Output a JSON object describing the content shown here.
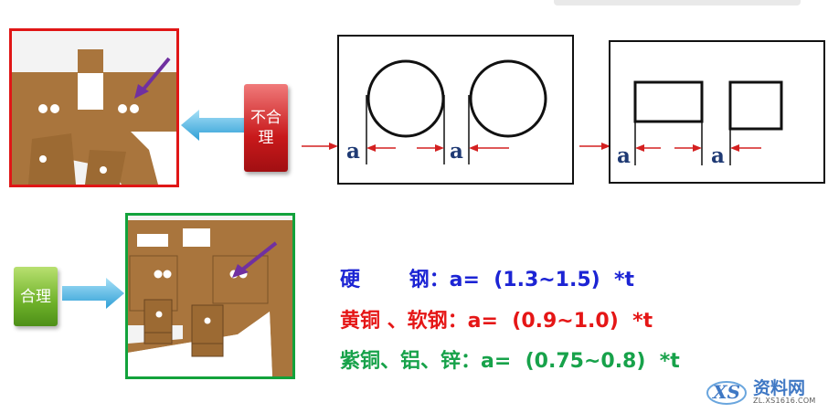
{
  "labels": {
    "unreasonable": "不合理",
    "reasonable": "合理",
    "gap_symbol": "a"
  },
  "formulas": [
    {
      "material": "硬       钢：",
      "expr": "a=  (1.3~1.5)  *t",
      "color": "#1c24d4"
    },
    {
      "material": "黄铜 、软钢：",
      "expr": "a=  (0.9~1.0)  *t",
      "color": "#e51616"
    },
    {
      "material": "紫铜、铝、锌：",
      "expr": "a=  (0.75~0.8)  *t",
      "color": "#17a24a"
    }
  ],
  "watermark": {
    "logo": "XS",
    "title": "资料网",
    "url": "ZL.XS1616.COM"
  },
  "colors": {
    "bad_border": "#e01616",
    "good_border": "#12a23b",
    "sheet_brown": "#a9753d",
    "arrow_cyan": "#4fb7e6",
    "pointer_purple": "#7030a0",
    "dim_arrow_red": "#d42020"
  }
}
